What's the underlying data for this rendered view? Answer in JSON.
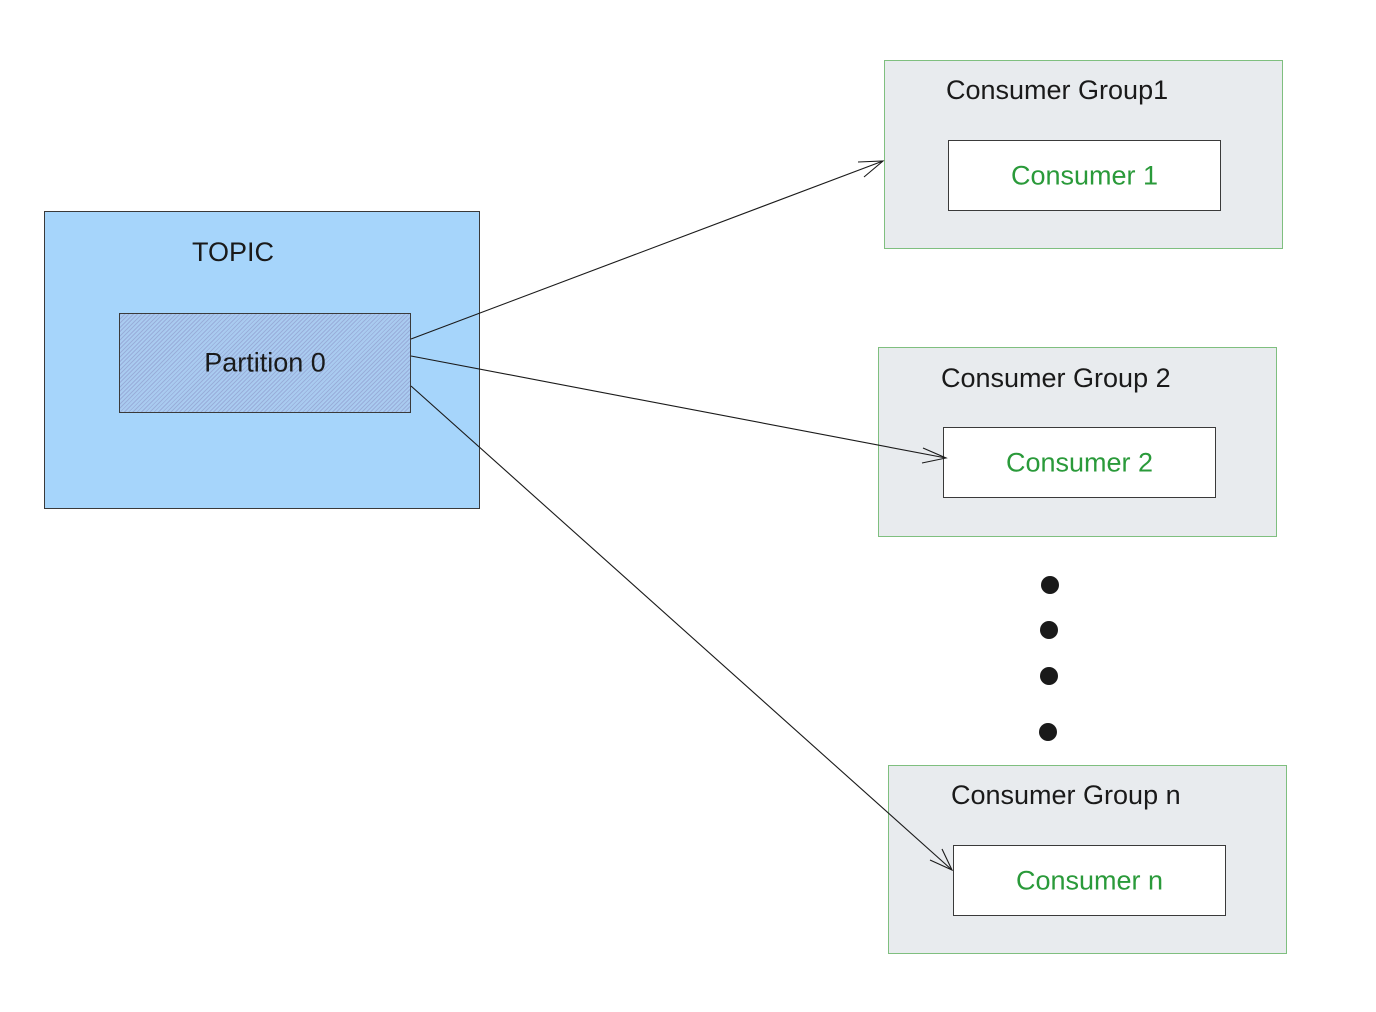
{
  "topic": {
    "label": "TOPIC",
    "partition_label": "Partition 0"
  },
  "groups": [
    {
      "label": "Consumer Group1",
      "consumer": "Consumer 1"
    },
    {
      "label": "Consumer Group 2",
      "consumer": "Consumer 2"
    },
    {
      "label": "Consumer Group n",
      "consumer": "Consumer n"
    }
  ],
  "colors": {
    "topic_fill": "#a6d5fb",
    "group_fill": "#e8ebee",
    "group_border": "#7fbf7f",
    "consumer_text": "#2a9a3a"
  }
}
